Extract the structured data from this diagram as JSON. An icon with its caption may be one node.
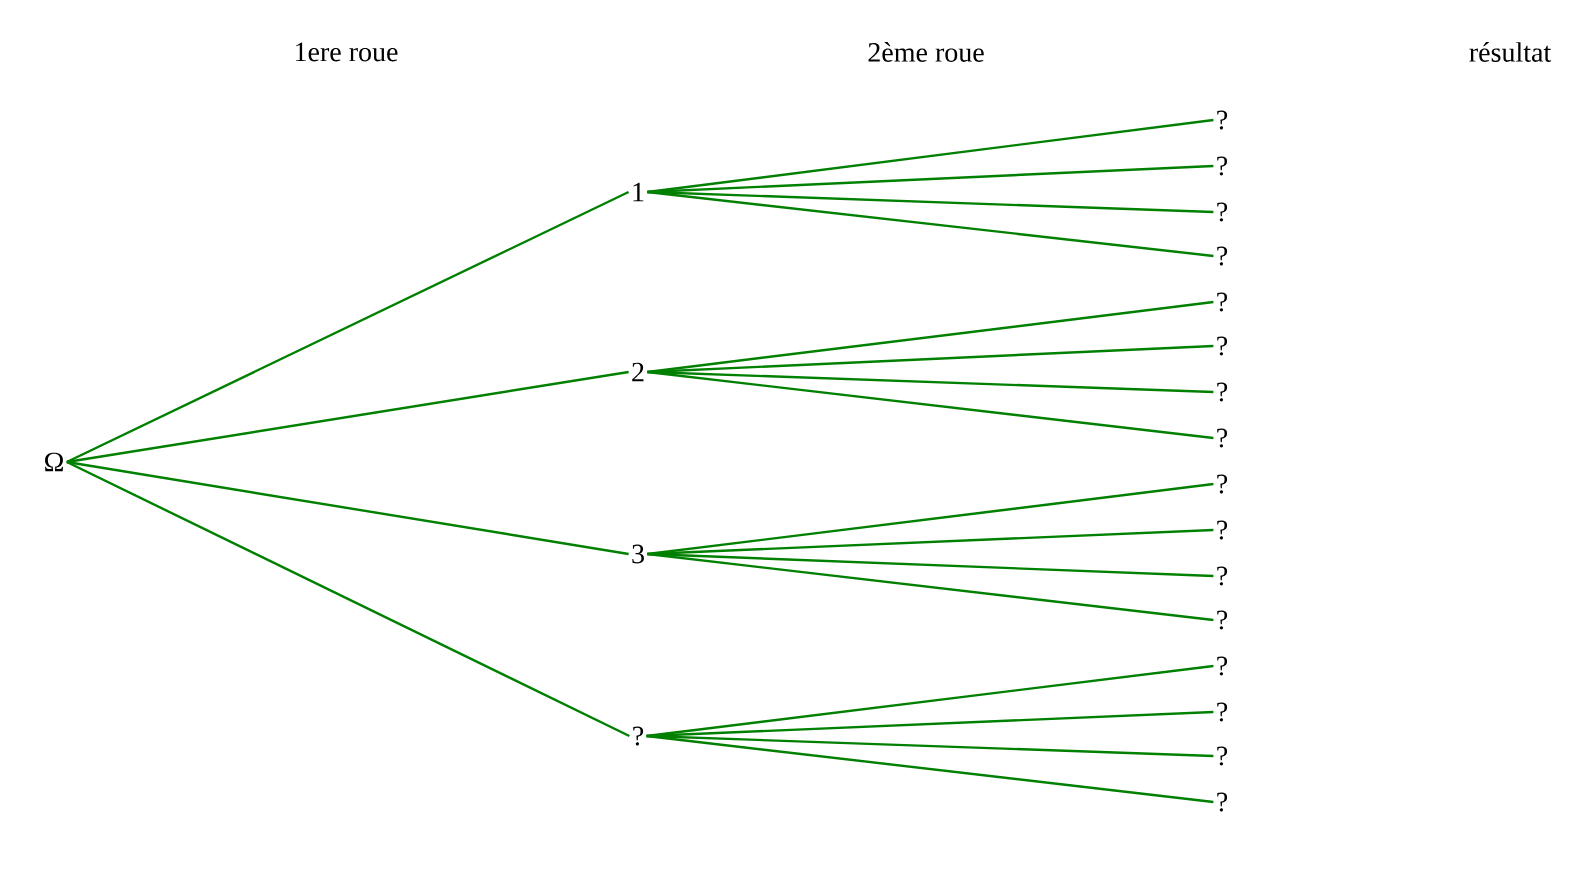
{
  "diagram": {
    "nodes": [
      {
        "text": [
          "Ω"
        ]
      },
      {
        "text": [
          "1"
        ]
      },
      {
        "text": [
          "2"
        ]
      },
      {
        "text": [
          "3"
        ]
      },
      {
        "text": [
          "?"
        ]
      },
      {
        "text": [
          "?"
        ]
      },
      {
        "text": [
          "?"
        ]
      },
      {
        "text": [
          "?"
        ]
      },
      {
        "text": [
          "?"
        ]
      },
      {
        "text": [
          "?"
        ]
      },
      {
        "text": [
          "?"
        ]
      },
      {
        "text": [
          "?"
        ]
      },
      {
        "text": [
          "?"
        ]
      },
      {
        "text": [
          "?"
        ]
      },
      {
        "text": [
          "?"
        ]
      },
      {
        "text": [
          "?"
        ]
      },
      {
        "text": [
          "?"
        ]
      },
      {
        "text": [
          "?"
        ]
      },
      {
        "text": [
          "?"
        ]
      },
      {
        "text": [
          "?"
        ]
      },
      {
        "text": [
          "?"
        ]
      }
    ],
    "edges": [
      {
        "from": 0,
        "to": 1,
        "arrow": "none"
      },
      {
        "from": 0,
        "to": 2,
        "arrow": "none"
      },
      {
        "from": 0,
        "to": 3,
        "arrow": "none"
      },
      {
        "from": 0,
        "to": 4,
        "arrow": "none"
      },
      {
        "from": 1,
        "to": 5,
        "arrow": "none"
      },
      {
        "from": 1,
        "to": 6,
        "arrow": "none"
      },
      {
        "from": 1,
        "to": 7,
        "arrow": "none"
      },
      {
        "from": 1,
        "to": 8,
        "arrow": "none"
      },
      {
        "from": 2,
        "to": 9,
        "arrow": "none"
      },
      {
        "from": 2,
        "to": 10,
        "arrow": "none"
      },
      {
        "from": 2,
        "to": 11,
        "arrow": "none"
      },
      {
        "from": 2,
        "to": 12,
        "arrow": "none"
      },
      {
        "from": 3,
        "to": 13,
        "arrow": "none"
      },
      {
        "from": 3,
        "to": 14,
        "arrow": "none"
      },
      {
        "from": 3,
        "to": 15,
        "arrow": "none"
      },
      {
        "from": 3,
        "to": 16,
        "arrow": "none"
      },
      {
        "from": 4,
        "to": 17,
        "arrow": "none"
      },
      {
        "from": 4,
        "to": 18,
        "arrow": "none"
      },
      {
        "from": 4,
        "to": 19,
        "arrow": "none"
      },
      {
        "from": 4,
        "to": 20,
        "arrow": "none"
      }
    ],
    "labels": [
      "1ere roue",
      "2ème roue",
      "résultat"
    ]
  }
}
